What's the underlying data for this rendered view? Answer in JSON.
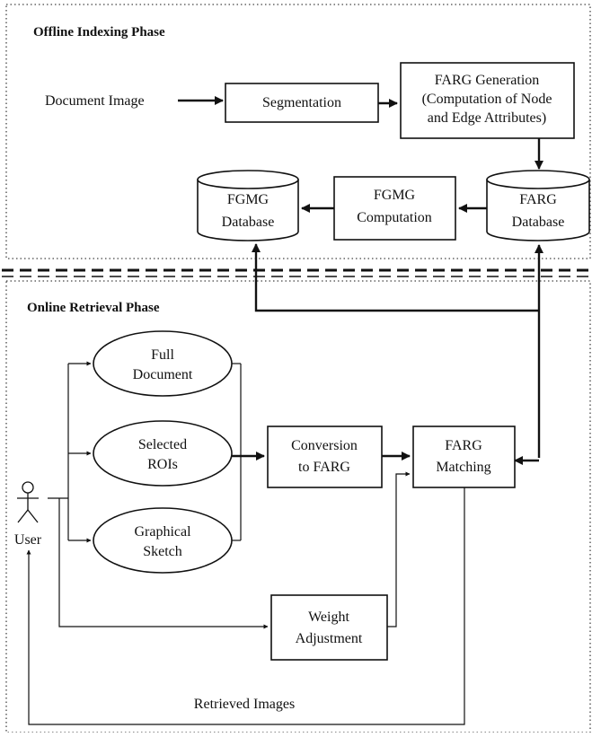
{
  "phases": {
    "offline": "Offline Indexing Phase",
    "online": "Online Retrieval Phase"
  },
  "offline": {
    "document_image": "Document Image",
    "segmentation": "Segmentation",
    "farg_generation": [
      "FARG Generation",
      "(Computation of Node",
      "and Edge Attributes)"
    ],
    "fgmg_database": [
      "FGMG",
      "Database"
    ],
    "fgmg_computation": [
      "FGMG",
      "Computation"
    ],
    "farg_database": [
      "FARG",
      "Database"
    ]
  },
  "online": {
    "user": "User",
    "full_document": [
      "Full",
      "Document"
    ],
    "selected_rois": [
      "Selected",
      "ROIs"
    ],
    "graphical_sketch": [
      "Graphical",
      "Sketch"
    ],
    "conversion": [
      "Conversion",
      "to FARG"
    ],
    "farg_matching": [
      "FARG",
      "Matching"
    ],
    "weight_adjustment": [
      "Weight",
      "Adjustment"
    ],
    "retrieved_images": "Retrieved Images"
  }
}
